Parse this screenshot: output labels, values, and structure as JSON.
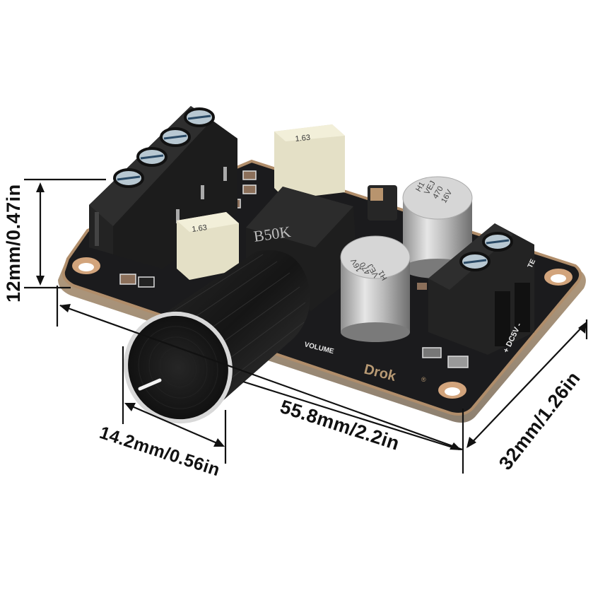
{
  "product": {
    "brand": "Drok",
    "brand_mark": "®",
    "description": "Audio volume / amplifier module board with potentiometer knob, screw terminals, capacitors",
    "potentiometer_label": "B50K",
    "silkscreen": {
      "volume": "VOLUME",
      "power": "+ DC5V -",
      "edge_fragment": "TE"
    },
    "capacitors": [
      {
        "lines": [
          "H1",
          "VEJ",
          "470",
          "16V"
        ]
      },
      {
        "lines": [
          "H1",
          "VEJ",
          "470",
          "16V"
        ]
      }
    ],
    "film_capacitors": [
      {
        "code": "1.63"
      },
      {
        "code": "1.63"
      }
    ],
    "terminals": {
      "left_block_screws": 4,
      "right_block_screws": 2
    }
  },
  "dimensions": {
    "height": "12mm/0.47in",
    "knob_diameter": "14.2mm/0.56in",
    "length": "55.8mm/2.2in",
    "width": "32mm/1.26in"
  },
  "colors": {
    "background": "#ffffff",
    "pcb": "#1b1b1d",
    "pcb_edge": "#b08d6a",
    "copper": "#d2a47c",
    "terminal": "#232323",
    "film_cap": "#ece9d2",
    "cap_silver": "#c8c8c8",
    "dimension_line": "#111111"
  }
}
